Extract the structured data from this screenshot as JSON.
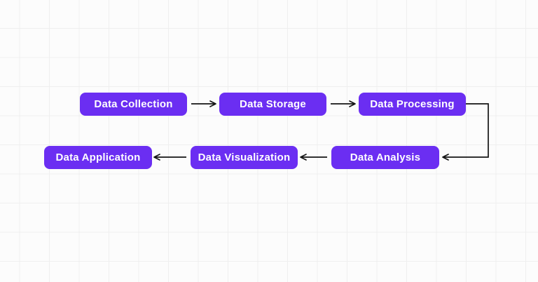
{
  "diagram": {
    "nodes": [
      {
        "id": "collection",
        "label": "Data Collection"
      },
      {
        "id": "storage",
        "label": "Data Storage"
      },
      {
        "id": "processing",
        "label": "Data Processing"
      },
      {
        "id": "analysis",
        "label": "Data Analysis"
      },
      {
        "id": "visualization",
        "label": "Data Visualization"
      },
      {
        "id": "application",
        "label": "Data Application"
      }
    ],
    "edges": [
      {
        "from": "Data Collection",
        "to": "Data Storage"
      },
      {
        "from": "Data Storage",
        "to": "Data Processing"
      },
      {
        "from": "Data Processing",
        "to": "Data Analysis"
      },
      {
        "from": "Data Analysis",
        "to": "Data Visualization"
      },
      {
        "from": "Data Visualization",
        "to": "Data Application"
      }
    ],
    "colors": {
      "node_fill": "#6B2EF2",
      "node_text": "#FFFFFF",
      "connector": "#141414",
      "canvas_background": "#FCFCFC",
      "grid_line": "#EFEFEF"
    }
  }
}
